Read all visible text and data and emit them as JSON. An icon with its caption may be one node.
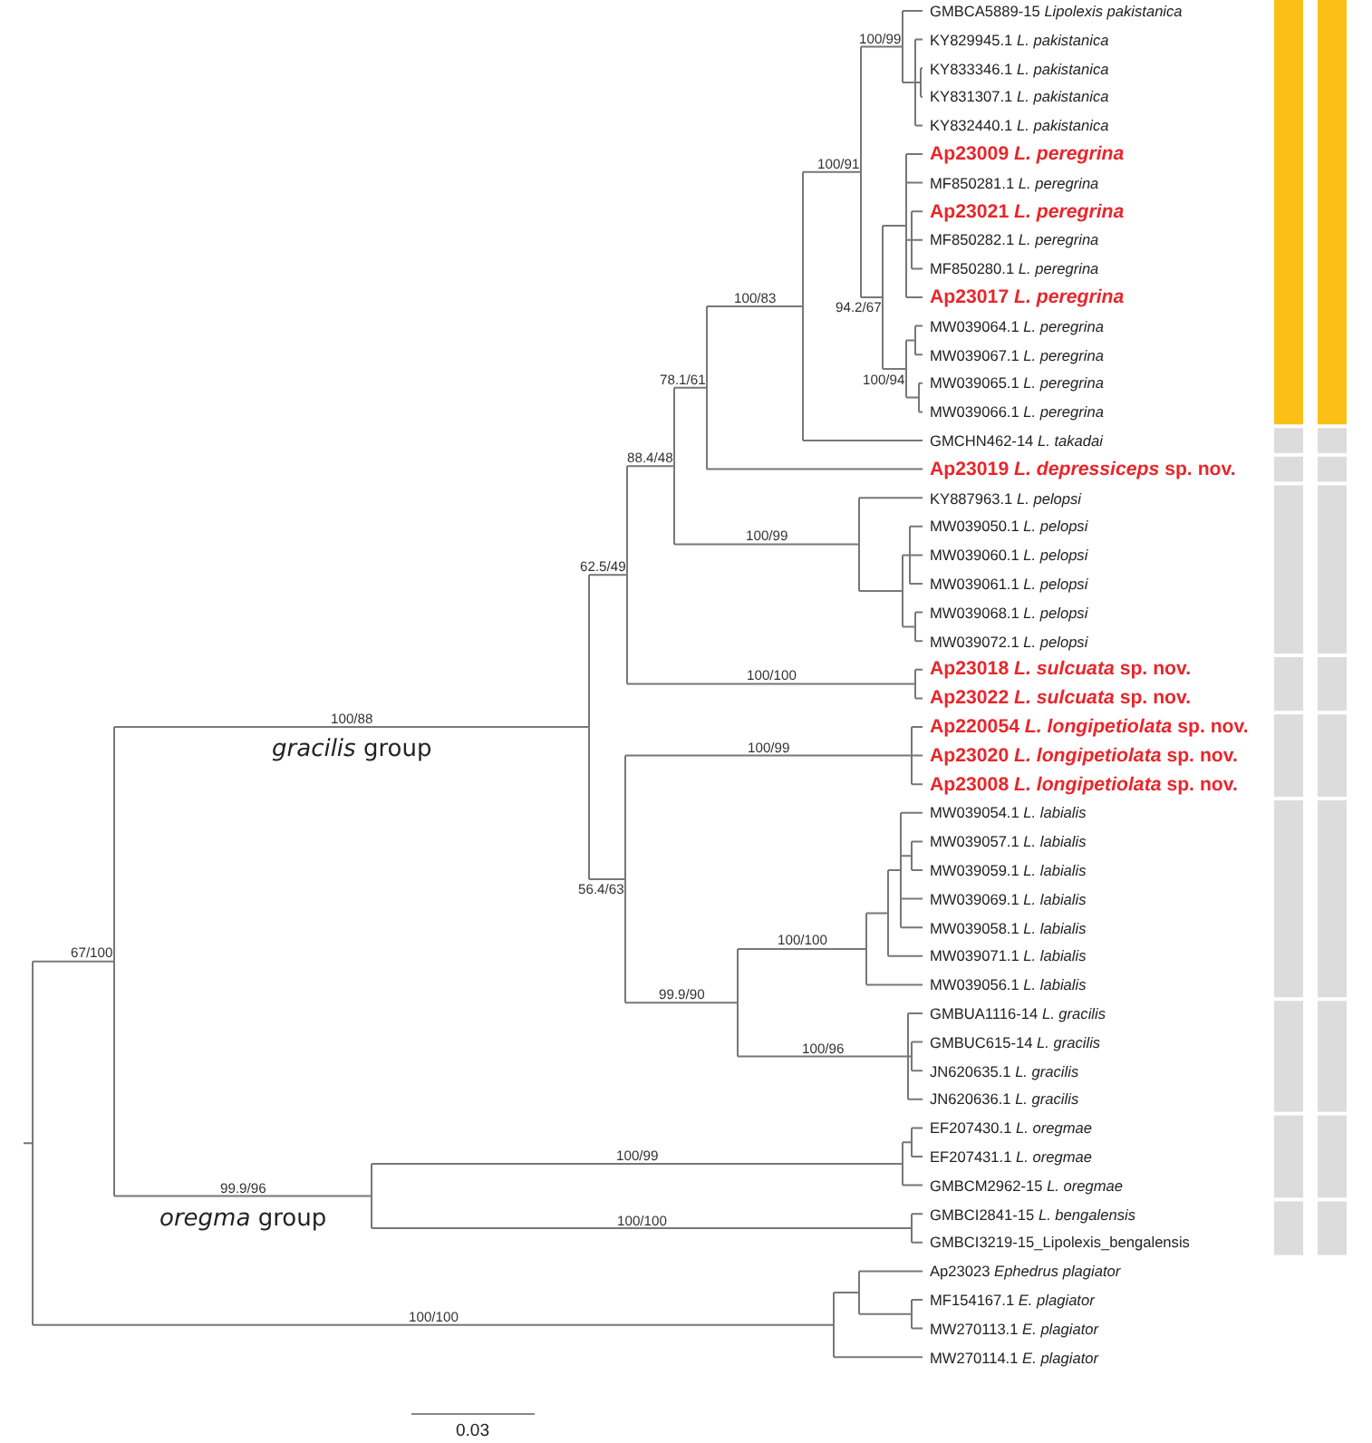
{
  "diagram": {
    "labels": [
      "GMBCA5889-15 *Lipolexis pakistanica*",
      "KY829945.1 *L. pakistanica*",
      "KY833346.1 *L. pakistanica*",
      "KY831307.1 *L. pakistanica*",
      "KY832440.1 *L. pakistanica*",
      "Ap23009 *L. peregrina*",
      "MF850281.1 *L. peregrina*",
      "Ap23021 *L. peregrina*",
      "MF850282.1 *L. peregrina*",
      "MF850280.1 *L. peregrina*",
      "Ap23017 *L. peregrina*",
      "MW039064.1 *L. peregrina*",
      "MW039067.1 *L. peregrina*",
      "MW039065.1 *L. peregrina*",
      "MW039066.1 *L. peregrina*",
      "GMCHN462-14 *L. takadai*",
      "Ap23019 *L. depressiceps* sp. nov.",
      "KY887963.1 *L. pelopsi*",
      "MW039050.1 *L. pelopsi*",
      "MW039060.1 *L. pelopsi*",
      "MW039061.1 *L. pelopsi*",
      "MW039068.1 *L. pelopsi*",
      "MW039072.1 *L. pelopsi*",
      "Ap23018 *L. sulcuata* sp. nov.",
      "Ap23022 *L. sulcuata* sp. nov.",
      "Ap220054 *L. longipetiolata* sp. nov.",
      "Ap23020 *L. longipetiolata* sp. nov.",
      "Ap23008 *L. longipetiolata* sp. nov.",
      "MW039054.1 *L. labialis*",
      "MW039057.1 *L. labialis*",
      "MW039059.1 *L. labialis*",
      "MW039069.1 *L. labialis*",
      "MW039058.1 *L. labialis*",
      "MW039071.1 *L. labialis*",
      "MW039056.1 *L. labialis*",
      "GMBUA1116-14 *L. gracilis*",
      "GMBUC615-14 *L. gracilis*",
      "JN620635.1 *L. gracilis*",
      "JN620636.1 *L. gracilis*",
      "EF207430.1 *L. oregmae*",
      "EF207431.1 *L. oregmae*",
      "GMBCM2962-15 *L. oregmae*",
      "GMBCI2841-15 *L. bengalensis*",
      "GMBCI3219-15_Lipolexis_bengalensis",
      "Ap23023 *Ephedrus plagiator*",
      "MF154167.1 *E. plagiator*",
      "MW270113.1 *E. plagiator*",
      "MW270114.1 *E. plagiator*",
      "100/99",
      "100/91",
      "100/83",
      "94.2/67",
      "100/94",
      "78.1/61",
      "88.4/48",
      "100/99",
      "62.5/49",
      "100/100",
      "100/88",
      "*gracilis* group",
      "100/99",
      "56.4/63",
      "100/100",
      "67/100",
      "99.9/90",
      "100/96",
      "100/99",
      "99.9/96",
      "*oregma* group",
      "100/100",
      "100/100",
      "0.03"
    ]
  }
}
